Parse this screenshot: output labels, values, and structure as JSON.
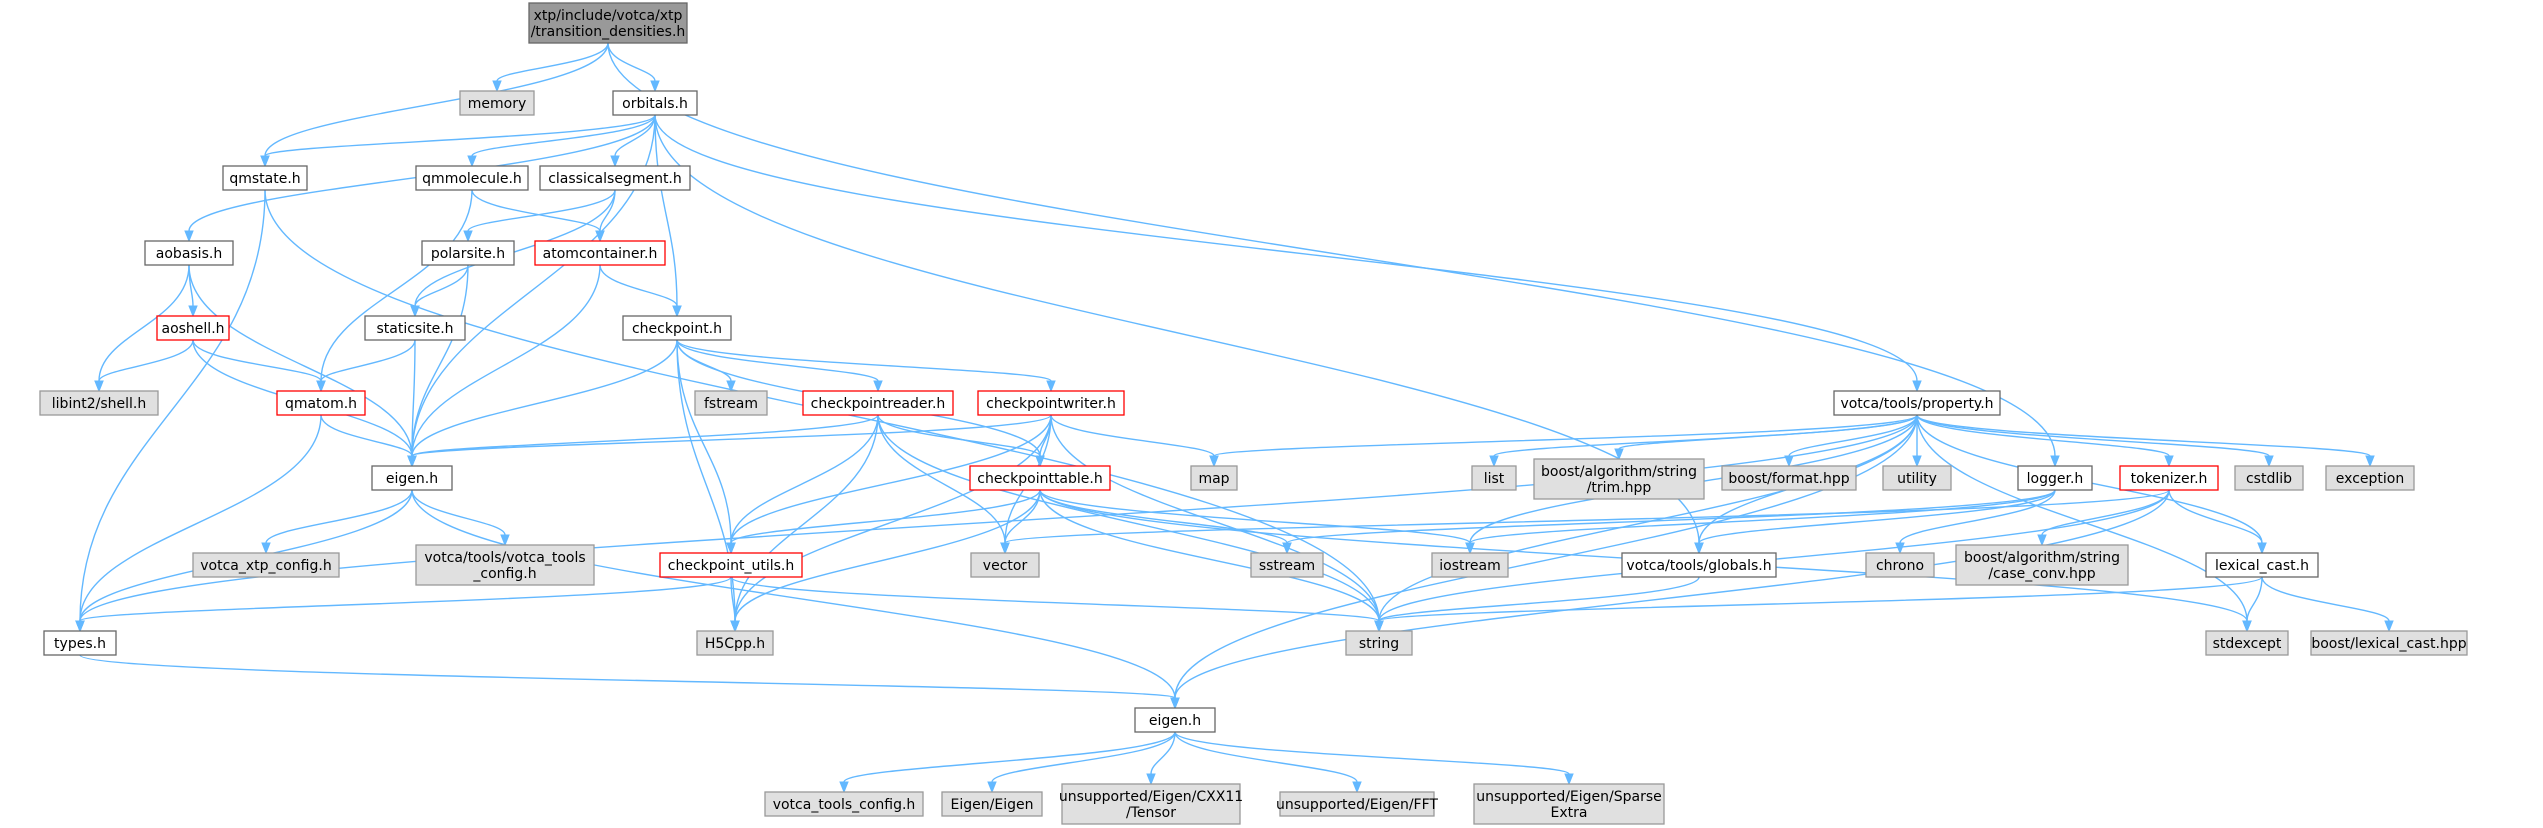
{
  "colors": {
    "root_fill": "#999999",
    "root_stroke": "#666666",
    "normal_fill": "#ffffff",
    "normal_stroke": "#666666",
    "highlight_stroke": "#ff0000",
    "system_fill": "#e0e0e0",
    "system_stroke": "#999999",
    "edge": "#63b8ff",
    "text": "#000000"
  },
  "nodes": [
    {
      "id": "root",
      "lines": [
        "xtp/include/votca/xtp",
        "/transition_densities.h"
      ],
      "style": "root"
    },
    {
      "id": "memory",
      "lines": [
        "memory"
      ],
      "style": "system"
    },
    {
      "id": "orbitals",
      "lines": [
        "orbitals.h"
      ],
      "style": "normal"
    },
    {
      "id": "qmstate",
      "lines": [
        "qmstate.h"
      ],
      "style": "normal"
    },
    {
      "id": "qmmolecule",
      "lines": [
        "qmmolecule.h"
      ],
      "style": "normal"
    },
    {
      "id": "classicalsegment",
      "lines": [
        "classicalsegment.h"
      ],
      "style": "normal"
    },
    {
      "id": "aobasis",
      "lines": [
        "aobasis.h"
      ],
      "style": "normal"
    },
    {
      "id": "polarsite",
      "lines": [
        "polarsite.h"
      ],
      "style": "normal"
    },
    {
      "id": "atomcontainer",
      "lines": [
        "atomcontainer.h"
      ],
      "style": "red"
    },
    {
      "id": "aoshell",
      "lines": [
        "aoshell.h"
      ],
      "style": "red"
    },
    {
      "id": "staticsite",
      "lines": [
        "staticsite.h"
      ],
      "style": "normal"
    },
    {
      "id": "checkpoint",
      "lines": [
        "checkpoint.h"
      ],
      "style": "normal"
    },
    {
      "id": "libint2shell",
      "lines": [
        "libint2/shell.h"
      ],
      "style": "system"
    },
    {
      "id": "qmatom",
      "lines": [
        "qmatom.h"
      ],
      "style": "red"
    },
    {
      "id": "fstream",
      "lines": [
        "fstream"
      ],
      "style": "system"
    },
    {
      "id": "checkpointreader",
      "lines": [
        "checkpointreader.h"
      ],
      "style": "red"
    },
    {
      "id": "checkpointwriter",
      "lines": [
        "checkpointwriter.h"
      ],
      "style": "red"
    },
    {
      "id": "property",
      "lines": [
        "votca/tools/property.h"
      ],
      "style": "normal"
    },
    {
      "id": "eigenA",
      "lines": [
        "eigen.h"
      ],
      "style": "normal"
    },
    {
      "id": "map",
      "lines": [
        "map"
      ],
      "style": "system"
    },
    {
      "id": "checkpointtable",
      "lines": [
        "checkpointtable.h"
      ],
      "style": "red"
    },
    {
      "id": "list",
      "lines": [
        "list"
      ],
      "style": "system"
    },
    {
      "id": "trim",
      "lines": [
        "boost/algorithm/string",
        "/trim.hpp"
      ],
      "style": "system"
    },
    {
      "id": "format",
      "lines": [
        "boost/format.hpp"
      ],
      "style": "system"
    },
    {
      "id": "utility",
      "lines": [
        "utility"
      ],
      "style": "system"
    },
    {
      "id": "logger",
      "lines": [
        "logger.h"
      ],
      "style": "normal"
    },
    {
      "id": "tokenizer",
      "lines": [
        "tokenizer.h"
      ],
      "style": "red"
    },
    {
      "id": "cstdlib",
      "lines": [
        "cstdlib"
      ],
      "style": "system"
    },
    {
      "id": "exception",
      "lines": [
        "exception"
      ],
      "style": "system"
    },
    {
      "id": "votca_xtp_config",
      "lines": [
        "votca_xtp_config.h"
      ],
      "style": "system"
    },
    {
      "id": "votca_tools_config_path",
      "lines": [
        "votca/tools/votca_tools",
        "_config.h"
      ],
      "style": "system"
    },
    {
      "id": "checkpoint_utils",
      "lines": [
        "checkpoint_utils.h"
      ],
      "style": "red"
    },
    {
      "id": "vector",
      "lines": [
        "vector"
      ],
      "style": "system"
    },
    {
      "id": "sstream",
      "lines": [
        "sstream"
      ],
      "style": "system"
    },
    {
      "id": "iostream",
      "lines": [
        "iostream"
      ],
      "style": "system"
    },
    {
      "id": "globals",
      "lines": [
        "votca/tools/globals.h"
      ],
      "style": "normal"
    },
    {
      "id": "chrono",
      "lines": [
        "chrono"
      ],
      "style": "system"
    },
    {
      "id": "case_conv",
      "lines": [
        "boost/algorithm/string",
        "/case_conv.hpp"
      ],
      "style": "system"
    },
    {
      "id": "lexical_cast",
      "lines": [
        "lexical_cast.h"
      ],
      "style": "normal"
    },
    {
      "id": "types",
      "lines": [
        "types.h"
      ],
      "style": "normal"
    },
    {
      "id": "H5Cpp",
      "lines": [
        "H5Cpp.h"
      ],
      "style": "system"
    },
    {
      "id": "string",
      "lines": [
        "string"
      ],
      "style": "system"
    },
    {
      "id": "stdexcept",
      "lines": [
        "stdexcept"
      ],
      "style": "system"
    },
    {
      "id": "boost_lexical_cast",
      "lines": [
        "boost/lexical_cast.hpp"
      ],
      "style": "system"
    },
    {
      "id": "eigenB",
      "lines": [
        "eigen.h"
      ],
      "style": "normal"
    },
    {
      "id": "votca_tools_config",
      "lines": [
        "votca_tools_config.h"
      ],
      "style": "system"
    },
    {
      "id": "EigenEigen",
      "lines": [
        "Eigen/Eigen"
      ],
      "style": "system"
    },
    {
      "id": "tensor",
      "lines": [
        "unsupported/Eigen/CXX11",
        "/Tensor"
      ],
      "style": "system"
    },
    {
      "id": "fft",
      "lines": [
        "unsupported/Eigen/FFT"
      ],
      "style": "system"
    },
    {
      "id": "sparse",
      "lines": [
        "unsupported/Eigen/Sparse",
        "Extra"
      ],
      "style": "system"
    }
  ],
  "edges": [
    [
      "root",
      "memory"
    ],
    [
      "root",
      "orbitals"
    ],
    [
      "root",
      "qmstate"
    ],
    [
      "root",
      "logger"
    ],
    [
      "orbitals",
      "qmstate"
    ],
    [
      "orbitals",
      "qmmolecule"
    ],
    [
      "orbitals",
      "classicalsegment"
    ],
    [
      "orbitals",
      "aobasis"
    ],
    [
      "orbitals",
      "checkpoint"
    ],
    [
      "orbitals",
      "eigenA"
    ],
    [
      "orbitals",
      "property"
    ],
    [
      "orbitals",
      "globals"
    ],
    [
      "qmstate",
      "types"
    ],
    [
      "qmstate",
      "string"
    ],
    [
      "qmmolecule",
      "qmatom"
    ],
    [
      "qmmolecule",
      "atomcontainer"
    ],
    [
      "classicalsegment",
      "atomcontainer"
    ],
    [
      "classicalsegment",
      "polarsite"
    ],
    [
      "classicalsegment",
      "staticsite"
    ],
    [
      "aobasis",
      "aoshell"
    ],
    [
      "aobasis",
      "libint2shell"
    ],
    [
      "aobasis",
      "eigenA"
    ],
    [
      "aoshell",
      "libint2shell"
    ],
    [
      "aoshell",
      "qmatom"
    ],
    [
      "aoshell",
      "eigenA"
    ],
    [
      "polarsite",
      "staticsite"
    ],
    [
      "polarsite",
      "eigenA"
    ],
    [
      "staticsite",
      "qmatom"
    ],
    [
      "staticsite",
      "eigenA"
    ],
    [
      "atomcontainer",
      "checkpoint"
    ],
    [
      "atomcontainer",
      "eigenA"
    ],
    [
      "qmatom",
      "eigenA"
    ],
    [
      "qmatom",
      "types"
    ],
    [
      "checkpoint",
      "fstream"
    ],
    [
      "checkpoint",
      "checkpointreader"
    ],
    [
      "checkpoint",
      "checkpointwriter"
    ],
    [
      "checkpoint",
      "checkpointtable"
    ],
    [
      "checkpoint",
      "checkpoint_utils"
    ],
    [
      "checkpoint",
      "H5Cpp"
    ],
    [
      "checkpoint",
      "eigenA"
    ],
    [
      "checkpointreader",
      "eigenA"
    ],
    [
      "checkpointreader",
      "checkpointtable"
    ],
    [
      "checkpointreader",
      "checkpoint_utils"
    ],
    [
      "checkpointreader",
      "vector"
    ],
    [
      "checkpointreader",
      "string"
    ],
    [
      "checkpointreader",
      "H5Cpp"
    ],
    [
      "checkpointwriter",
      "eigenA"
    ],
    [
      "checkpointwriter",
      "checkpointtable"
    ],
    [
      "checkpointwriter",
      "checkpoint_utils"
    ],
    [
      "checkpointwriter",
      "map"
    ],
    [
      "checkpointwriter",
      "vector"
    ],
    [
      "checkpointwriter",
      "string"
    ],
    [
      "checkpointwriter",
      "H5Cpp"
    ],
    [
      "checkpointtable",
      "checkpoint_utils"
    ],
    [
      "checkpointtable",
      "vector"
    ],
    [
      "checkpointtable",
      "sstream"
    ],
    [
      "checkpointtable",
      "iostream"
    ],
    [
      "checkpointtable",
      "string"
    ],
    [
      "checkpointtable",
      "H5Cpp"
    ],
    [
      "checkpointtable",
      "stdexcept"
    ],
    [
      "checkpoint_utils",
      "types"
    ],
    [
      "checkpoint_utils",
      "H5Cpp"
    ],
    [
      "checkpoint_utils",
      "string"
    ],
    [
      "eigenA",
      "votca_xtp_config"
    ],
    [
      "eigenA",
      "votca_tools_config_path"
    ],
    [
      "eigenA",
      "types"
    ],
    [
      "eigenA",
      "eigenB"
    ],
    [
      "types",
      "eigenB"
    ],
    [
      "property",
      "map"
    ],
    [
      "property",
      "list"
    ],
    [
      "property",
      "trim"
    ],
    [
      "property",
      "format"
    ],
    [
      "property",
      "utility"
    ],
    [
      "property",
      "tokenizer"
    ],
    [
      "property",
      "cstdlib"
    ],
    [
      "property",
      "exception"
    ],
    [
      "property",
      "iostream"
    ],
    [
      "property",
      "string"
    ],
    [
      "property",
      "types"
    ],
    [
      "property",
      "lexical_cast"
    ],
    [
      "property",
      "stdexcept"
    ],
    [
      "property",
      "eigenB"
    ],
    [
      "property",
      "globals"
    ],
    [
      "logger",
      "chrono"
    ],
    [
      "logger",
      "iostream"
    ],
    [
      "logger",
      "sstream"
    ],
    [
      "logger",
      "globals"
    ],
    [
      "tokenizer",
      "case_conv"
    ],
    [
      "tokenizer",
      "lexical_cast"
    ],
    [
      "tokenizer",
      "string"
    ],
    [
      "tokenizer",
      "vector"
    ],
    [
      "tokenizer",
      "eigenB"
    ],
    [
      "lexical_cast",
      "stdexcept"
    ],
    [
      "lexical_cast",
      "boost_lexical_cast"
    ],
    [
      "lexical_cast",
      "string"
    ],
    [
      "globals",
      "string"
    ],
    [
      "eigenB",
      "votca_tools_config"
    ],
    [
      "eigenB",
      "EigenEigen"
    ],
    [
      "eigenB",
      "tensor"
    ],
    [
      "eigenB",
      "fft"
    ],
    [
      "eigenB",
      "sparse"
    ]
  ]
}
